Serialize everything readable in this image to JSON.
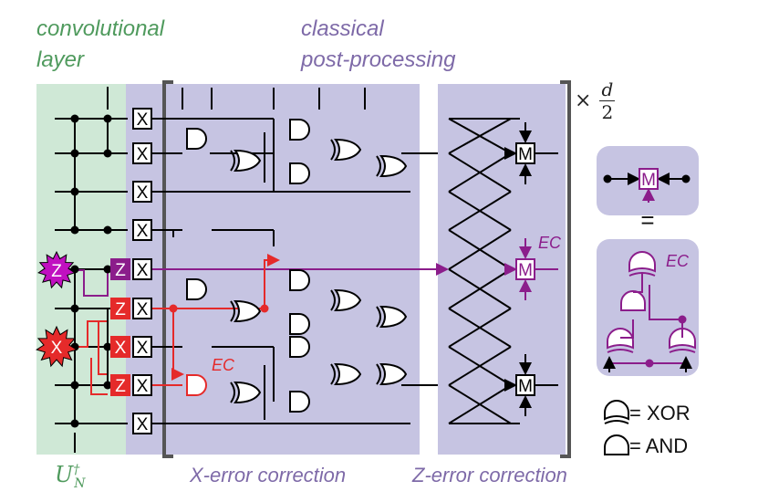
{
  "labels": {
    "convolutional_line1": "convolutional",
    "convolutional_line2": "layer",
    "classical_line1": "classical",
    "classical_line2": "post-processing",
    "unitary": "U",
    "unitary_sub": "N",
    "unitary_sup": "†",
    "x_error": "X-error correction",
    "z_error": "Z-error correction",
    "repeat_times": "×",
    "repeat_num": "d",
    "repeat_den": "2",
    "ec": "EC"
  },
  "gates": {
    "x": "X",
    "z": "Z",
    "m": "M",
    "eq": "="
  },
  "legend": {
    "xor": "= XOR",
    "and": "= AND"
  },
  "colors": {
    "green_region": "#cfe8d6",
    "purple_region": "#c6c4e2",
    "error_z": "#c010c0",
    "error_x": "#e52a2a",
    "ec_purple": "#8b1d8b",
    "ec_red": "#e52a2a"
  }
}
